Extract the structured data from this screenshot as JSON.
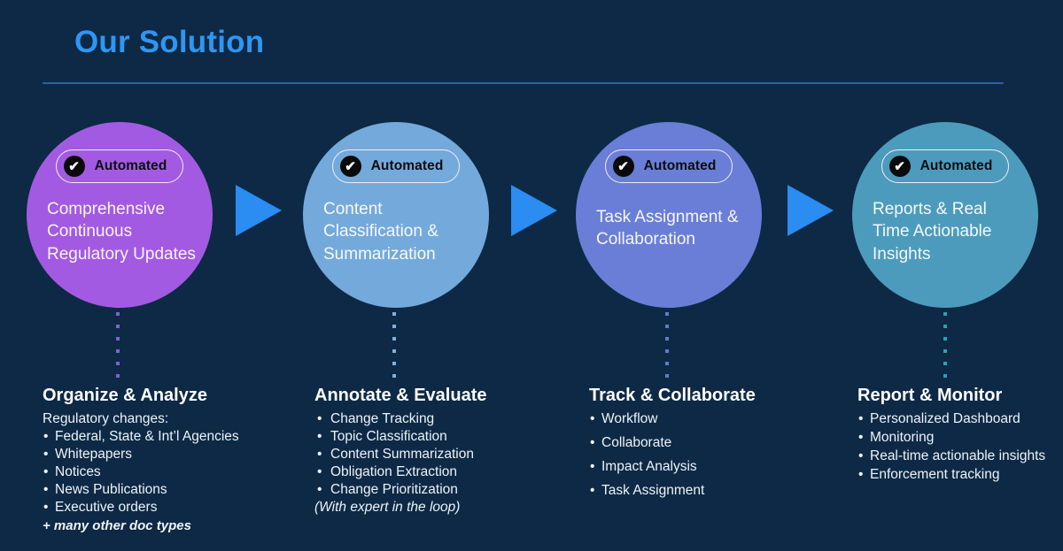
{
  "title": "Our Solution",
  "colors": {
    "background": "#0d2945",
    "title": "#2e96f3",
    "divider": "#2b61a0",
    "arrow": "#2b8cf2",
    "badge_text": "#0b0d12",
    "badge_border": "#f2ecf8",
    "check_bg": "#0a0a0a",
    "check_mark": "#ffffff",
    "list_text": "#eef3f8"
  },
  "stages": [
    {
      "badge_label": "Automated",
      "circle_text": "Comprehensive Continuous Regulatory Updates",
      "circle_color": "#a35ae2",
      "dot_color": "#7d63cf",
      "heading": "Organize & Analyze",
      "intro": "Regulatory changes:",
      "bullets": [
        "Federal, State & Int’l Agencies",
        "Whitepapers",
        "Notices",
        "News Publications",
        "Executive orders"
      ],
      "footnote": "+ many other doc types"
    },
    {
      "badge_label": "Automated",
      "circle_text": "Content Classification & Summarization",
      "circle_color": "#74a9dc",
      "dot_color": "#7fb0e0",
      "heading": "Annotate & Evaluate",
      "bullets": [
        "Change Tracking",
        "Topic Classification",
        "Content Summarization",
        "Obligation Extraction",
        "Change Prioritization"
      ],
      "footnote": "(With expert in the loop)"
    },
    {
      "badge_label": "Automated",
      "circle_text": "Task Assignment & Collaboration",
      "circle_color": "#6a7ed7",
      "dot_color": "#5f7bcb",
      "heading": "Track & Collaborate",
      "bullets": [
        "Workflow",
        "Collaborate",
        "Impact Analysis",
        "Task Assignment"
      ]
    },
    {
      "badge_label": "Automated",
      "circle_text": "Reports & Real Time Actionable Insights",
      "circle_color": "#4c9bbc",
      "dot_color": "#2ba2b2",
      "heading": "Report & Monitor",
      "bullets": [
        "Personalized Dashboard",
        "Monitoring",
        "Real-time actionable insights",
        "Enforcement tracking"
      ]
    }
  ]
}
